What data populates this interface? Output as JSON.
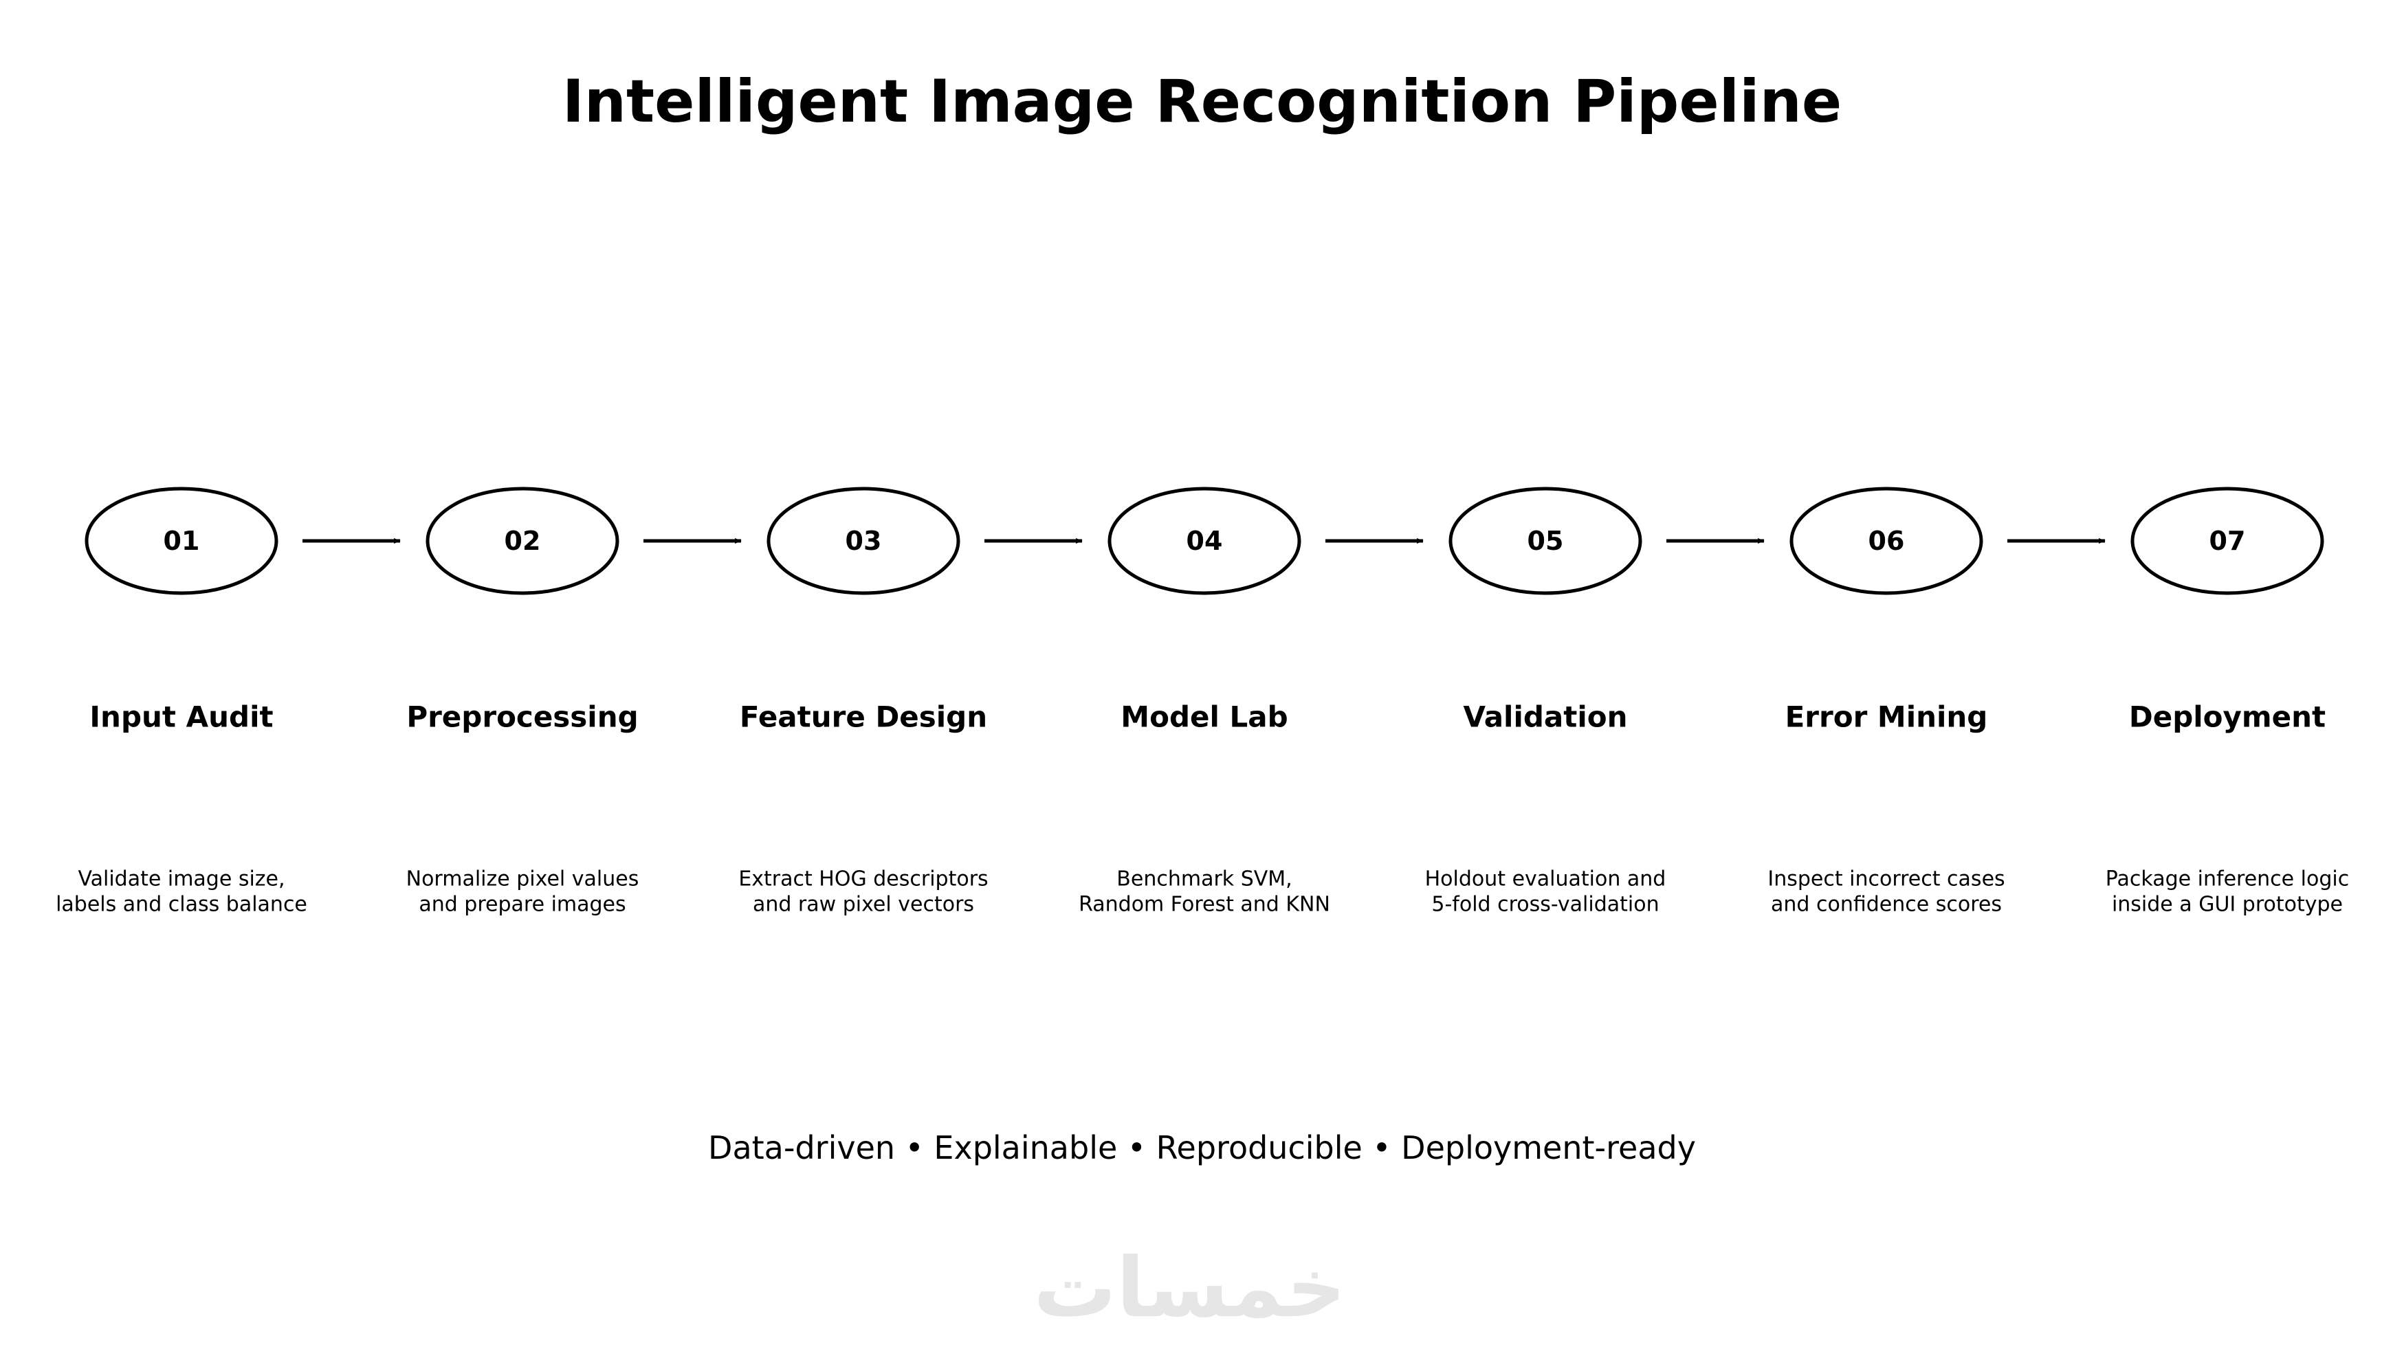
{
  "diagram": {
    "title": "Intelligent Image Recognition Pipeline",
    "steps": [
      {
        "number": "01",
        "name": "Input Audit",
        "description": [
          "Validate image size,",
          "labels and class balance"
        ]
      },
      {
        "number": "02",
        "name": "Preprocessing",
        "description": [
          "Normalize pixel values",
          "and prepare images"
        ]
      },
      {
        "number": "03",
        "name": "Feature Design",
        "description": [
          "Extract HOG descriptors",
          "and raw pixel vectors"
        ]
      },
      {
        "number": "04",
        "name": "Model Lab",
        "description": [
          "Benchmark SVM,",
          "Random Forest and KNN"
        ]
      },
      {
        "number": "05",
        "name": "Validation",
        "description": [
          "Holdout evaluation and",
          "5-fold cross-validation"
        ]
      },
      {
        "number": "06",
        "name": "Error Mining",
        "description": [
          "Inspect incorrect cases",
          "and confidence scores"
        ]
      },
      {
        "number": "07",
        "name": "Deployment",
        "description": [
          "Package inference logic",
          "inside a GUI prototype"
        ]
      }
    ],
    "tagline": "Data-driven • Explainable • Reproducible • Deployment-ready",
    "watermark": "خمسات",
    "colors": {
      "ink": "#000000",
      "background": "#ffffff",
      "watermark": "#e6e6e6"
    }
  }
}
